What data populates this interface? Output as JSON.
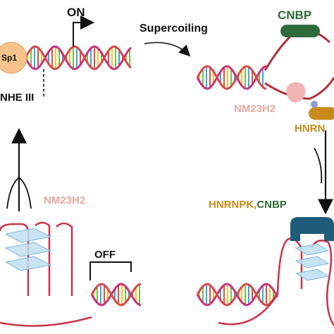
{
  "labels": {
    "on": "ON",
    "supercoiling": "Supercoiling",
    "cnbp_top": "CNBP",
    "sp1": "Sp1",
    "nhe": "NHE III",
    "nm23h2_right": "NM23H2",
    "hnrn": "HNRN",
    "nm23h2_left": "NM23H2",
    "hnrnpk": "HNRNPK,",
    "cnbp_bottom": "CNBP",
    "off": "OFF"
  },
  "colors": {
    "strand_magenta": "#c8327a",
    "strand_red": "#d44a4a",
    "rung_yellow": "#f2c230",
    "rung_green": "#6cc24a",
    "rung_blue": "#3aa7d8",
    "rung_red": "#e0503c",
    "sp1_fill": "#f6c48a",
    "cnbp_green": "#2e6b3a",
    "hnrnpk_gold": "#c88a1a",
    "nm23h2_pink": "#e8a8a0",
    "quadruplex_blue": "#bfe0f2",
    "loop_red": "#c8324a",
    "protein_teal": "#1f5c7a"
  }
}
